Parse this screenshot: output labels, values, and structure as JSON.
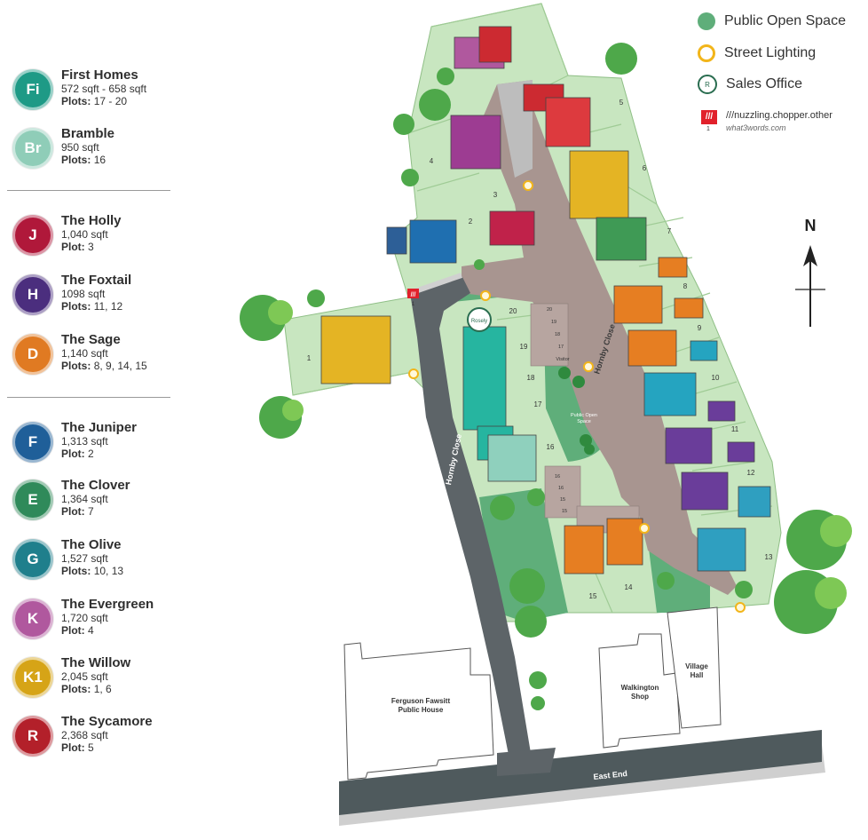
{
  "house_types": [
    {
      "badge": "Fi",
      "color": "#1e9a86",
      "name": "First Homes",
      "size": "572 sqft - 658 sqft",
      "plots_label": "Plots:",
      "plots": "17 - 20"
    },
    {
      "badge": "Br",
      "color": "#8fcdb8",
      "name": "Bramble",
      "size": "950 sqft",
      "plots_label": "Plots:",
      "plots": "16"
    },
    {
      "badge": "J",
      "color": "#b0183a",
      "name": "The Holly",
      "size": "1,040 sqft",
      "plots_label": "Plot:",
      "plots": "3"
    },
    {
      "badge": "H",
      "color": "#4b2e7e",
      "name": "The Foxtail",
      "size": "1098 sqft",
      "plots_label": "Plots:",
      "plots": "11, 12"
    },
    {
      "badge": "D",
      "color": "#e07a22",
      "name": "The Sage",
      "size": "1,140 sqft",
      "plots_label": "Plots:",
      "plots": "8, 9, 14, 15"
    },
    {
      "badge": "F",
      "color": "#1f5f99",
      "name": "The Juniper",
      "size": "1,313 sqft",
      "plots_label": "Plot:",
      "plots": "2"
    },
    {
      "badge": "E",
      "color": "#2f8a5a",
      "name": "The Clover",
      "size": "1,364 sqft",
      "plots_label": "Plot:",
      "plots": "7"
    },
    {
      "badge": "G",
      "color": "#1f7f8c",
      "name": "The Olive",
      "size": "1,527 sqft",
      "plots_label": "Plots:",
      "plots": "10, 13"
    },
    {
      "badge": "K",
      "color": "#b0589e",
      "name": "The Evergreen",
      "size": "1,720 sqft",
      "plots_label": "Plot:",
      "plots": "4"
    },
    {
      "badge": "K1",
      "color": "#d6a417",
      "name": "The Willow",
      "size": "2,045 sqft",
      "plots_label": "Plots:",
      "plots": "1, 6"
    },
    {
      "badge": "R",
      "color": "#b3202a",
      "name": "The Sycamore",
      "size": "2,368 sqft",
      "plots_label": "Plot:",
      "plots": "5"
    }
  ],
  "key": {
    "public_open_space": "Public Open Space",
    "street_lighting": "Street Lighting",
    "sales_office": "Sales Office",
    "sales_office_logo": "R",
    "public_open_space_color": "#5fae7a",
    "street_lighting_color": "#f2b51a",
    "what3words_icon": "///",
    "what3words_marker_number": "1",
    "what3words_address": "///nuzzling.chopper.other",
    "what3words_site": "what3words.com"
  },
  "north_label": "N",
  "map": {
    "road_top": "Hornby Close",
    "road_left": "Hornby Close",
    "road_bottom": "East End",
    "public_house": [
      "Ferguson Fawsitt",
      "Public House"
    ],
    "shop": [
      "Walkington",
      "Shop"
    ],
    "hall": [
      "Village",
      "Hall"
    ],
    "open_space": [
      "Public Open",
      "Space"
    ],
    "visitor": "Visitor",
    "plot_numbers": [
      "1",
      "2",
      "3",
      "4",
      "5",
      "6",
      "7",
      "8",
      "9",
      "10",
      "11",
      "12",
      "13",
      "14",
      "15",
      "16",
      "17",
      "18",
      "19",
      "20"
    ],
    "parking_labels": [
      "20",
      "19",
      "18",
      "17",
      "16",
      "16",
      "15",
      "15"
    ],
    "sales_logo": "Rosely"
  }
}
